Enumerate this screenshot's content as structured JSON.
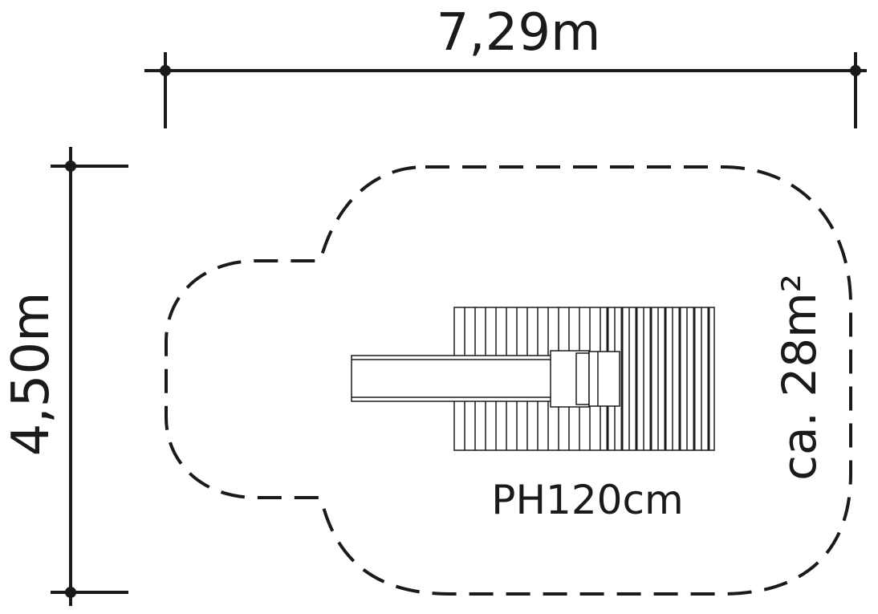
{
  "dimensions": {
    "width_label": "7,29m",
    "depth_label": "4,50m"
  },
  "platform_label": "PH120cm",
  "area_label": "ca. 28m²",
  "colors": {
    "ink": "#1a1a1a",
    "background": "#ffffff"
  }
}
